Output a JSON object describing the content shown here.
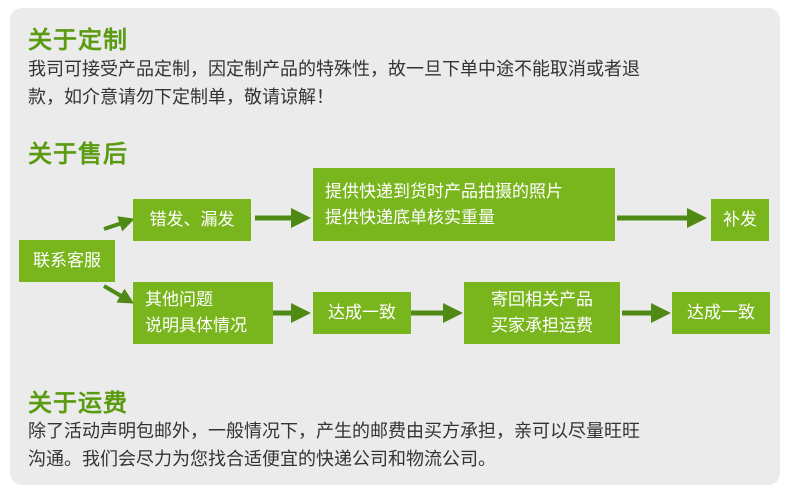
{
  "customization": {
    "heading": "关于定制",
    "text_line1": "我司可接受产品定制，因定制产品的特殊性，故一旦下单中途不能取消或者退",
    "text_line2": "款，如介意请勿下定制单，敬请谅解！"
  },
  "after_sales": {
    "heading": "关于售后",
    "contact": "联系客服",
    "wrong_missing": "错发、漏发",
    "provide_line1": "提供快递到货时产品拍摄的照片",
    "provide_line2": "提供快递底单核实重量",
    "reissue": "补发",
    "other_line1": "其他问题",
    "other_line2": "说明具体情况",
    "agree1": "达成一致",
    "return_line1": "寄回相关产品",
    "return_line2": "买家承担运费",
    "agree2": "达成一致"
  },
  "shipping": {
    "heading": "关于运费",
    "text_line1": "除了活动声明包邮外，一般情况下，产生的邮费由买方承担，亲可以尽量旺旺",
    "text_line2": "沟通。我们会尽力为您找合适便宜的快递公司和物流公司。"
  },
  "colors": {
    "accent_green": "#5a9b12",
    "box_green": "#79b51c",
    "arrow_green": "#4f8a14",
    "panel_bg": "#ebebeb"
  }
}
